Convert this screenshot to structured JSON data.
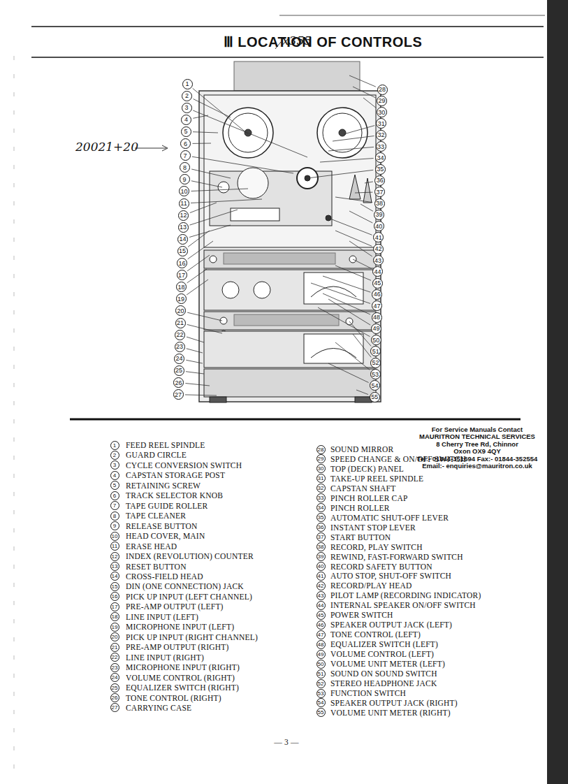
{
  "diagram": {
    "title": "Ⅲ LOCATION OF CONTROLS",
    "labels": [
      "x355",
      "20021+20",
      "1",
      "2",
      "3",
      "4",
      "5",
      "6",
      "7",
      "8",
      "9",
      "10",
      "11",
      "12",
      "13",
      "14",
      "15",
      "16",
      "17",
      "18",
      "19",
      "20",
      "21",
      "22",
      "23",
      "24",
      "25",
      "26",
      "27",
      "28",
      "29",
      "30",
      "31",
      "32",
      "33",
      "34",
      "35",
      "36",
      "37",
      "38",
      "39",
      "40",
      "41",
      "42",
      "43",
      "44",
      "45",
      "46",
      "47",
      "48",
      "49",
      "50",
      "51",
      "52",
      "53",
      "54",
      "55",
      "For Service Manuals Contact",
      "MAURITRON TECHNICAL SERVICES",
      "8 Cherry Tree Rd, Chinnor",
      "Oxon OX9 4QY",
      "Tel:- 01844-351694 Fax:- 01844-352554",
      "Email:- enquiries@mauritron.co.uk",
      "1",
      "FEED REEL SPINDLE",
      "2",
      "GUARD CIRCLE",
      "3",
      "CYCLE CONVERSION SWITCH",
      "4",
      "CAPSTAN STORAGE POST",
      "5",
      "RETAINING SCREW",
      "6",
      "TRACK SELECTOR KNOB",
      "7",
      "TAPE GUIDE ROLLER",
      "8",
      "TAPE CLEANER",
      "9",
      "RELEASE BUTTON",
      "10",
      "HEAD COVER, MAIN",
      "11",
      "ERASE HEAD",
      "12",
      "INDEX (REVOLUTION) COUNTER",
      "13",
      "RESET BUTTON",
      "14",
      "CROSS-FIELD HEAD",
      "15",
      "DIN (ONE CONNECTION) JACK",
      "16",
      "PICK UP INPUT (LEFT CHANNEL)",
      "17",
      "PRE-AMP OUTPUT (LEFT)",
      "18",
      "LINE INPUT (LEFT)",
      "19",
      "MICROPHONE INPUT (LEFT)",
      "20",
      "PICK UP INPUT (RIGHT CHANNEL)",
      "21",
      "PRE-AMP OUTPUT (RIGHT)",
      "22",
      "LINE INPUT (RIGHT)",
      "23",
      "MICROPHONE INPUT (RIGHT)",
      "24",
      "VOLUME CONTROL (RIGHT)",
      "25",
      "EQUALIZER SWITCH (RIGHT)",
      "26",
      "TONE CONTROL (RIGHT)",
      "27",
      "CARRYING CASE",
      "28",
      "SOUND MIRROR",
      "29",
      "SPEED CHANGE & ON/OFF SWITCH",
      "30",
      "TOP (DECK) PANEL",
      "31",
      "TAKE-UP REEL SPINDLE",
      "32",
      "CAPSTAN SHAFT",
      "33",
      "PINCH ROLLER CAP",
      "34",
      "PINCH ROLLER",
      "35",
      "AUTOMATIC SHUT-OFF LEVER",
      "36",
      "INSTANT STOP LEVER",
      "37",
      "START BUTTON",
      "38",
      "RECORD, PLAY SWITCH",
      "39",
      "REWIND, FAST-FORWARD SWITCH",
      "40",
      "RECORD SAFETY BUTTON",
      "41",
      "AUTO STOP, SHUT-OFF SWITCH",
      "42",
      "RECORD/PLAY HEAD",
      "43",
      "PILOT LAMP (RECORDING INDICATOR)",
      "44",
      "INTERNAL SPEAKER ON/OFF SWITCH",
      "45",
      "POWER SWITCH",
      "46",
      "SPEAKER OUTPUT JACK (LEFT)",
      "47",
      "TONE CONTROL (LEFT)",
      "48",
      "EQUALIZER SWITCH (LEFT)",
      "49",
      "VOLUME CONTROL (LEFT)",
      "50",
      "VOLUME UNIT METER (LEFT)",
      "51",
      "SOUND ON SOUND SWITCH",
      "52",
      "STEREO HEADPHONE JACK",
      "53",
      "FUNCTION SWITCH",
      "54",
      "SPEAKER OUTPUT JACK (RIGHT)",
      "55",
      "VOLUME UNIT METER (RIGHT)",
      "— 3 —"
    ]
  }
}
